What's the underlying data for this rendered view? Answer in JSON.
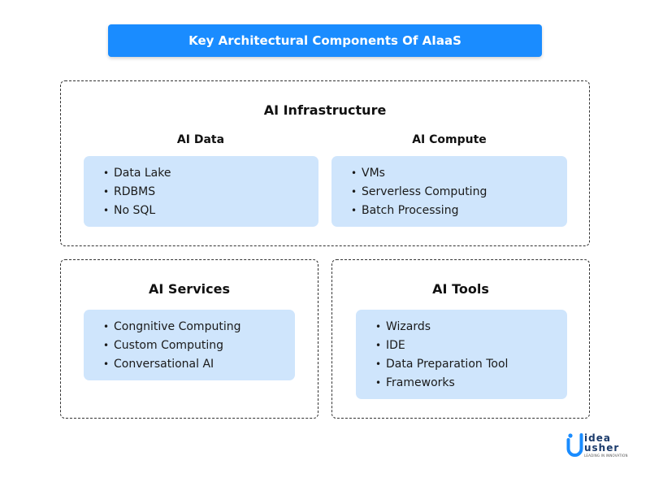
{
  "title": "Key Architectural Components Of AIaaS",
  "infrastructure": {
    "heading": "AI Infrastructure",
    "data": {
      "heading": "AI Data",
      "items": [
        "Data Lake",
        "RDBMS",
        "No SQL"
      ]
    },
    "compute": {
      "heading": "AI Compute",
      "items": [
        "VMs",
        "Serverless Computing",
        "Batch Processing"
      ]
    }
  },
  "services": {
    "heading": "AI Services",
    "items": [
      "Congnitive Computing",
      "Custom Computing",
      "Conversational AI"
    ]
  },
  "tools": {
    "heading": "AI Tools",
    "items": [
      "Wizards",
      "IDE",
      "Data Preparation Tool",
      "Frameworks"
    ]
  },
  "logo": {
    "line1": "idea",
    "line2": "usher",
    "tagline": "LEADING IN INNOVATION",
    "colors": {
      "blue": "#1a8cff",
      "navy": "#1a3a6b"
    }
  },
  "bullet": "•"
}
